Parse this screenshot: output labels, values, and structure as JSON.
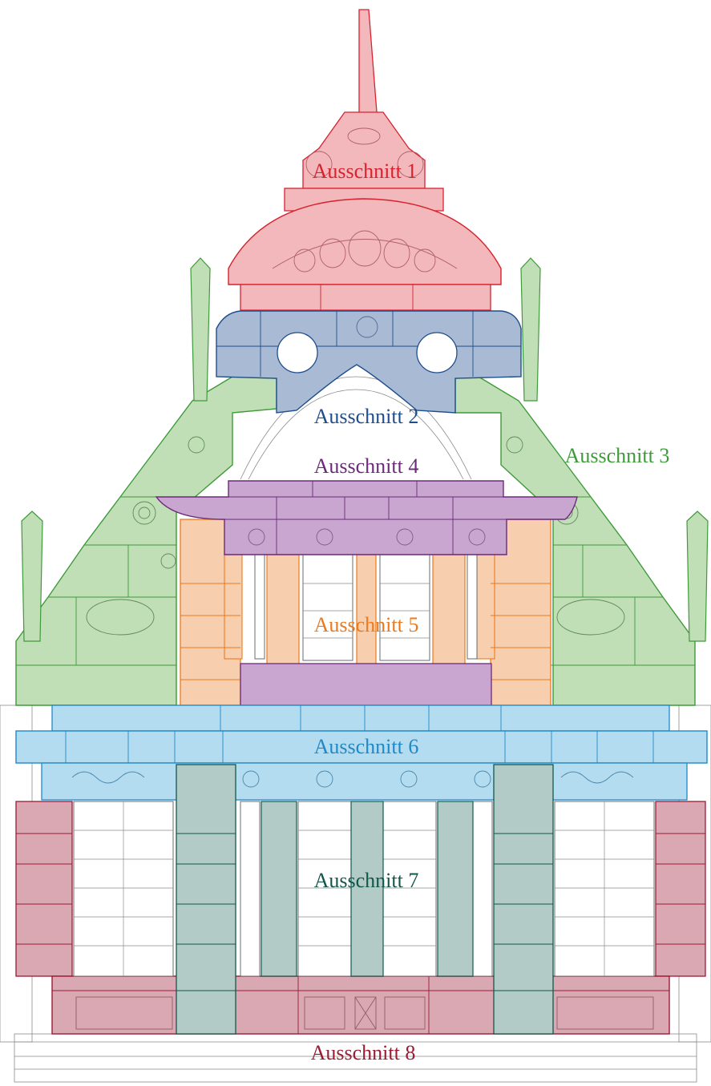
{
  "figure": {
    "sections": [
      {
        "id": "s1",
        "label": "Ausschnitt 1",
        "color": "#d8222e",
        "fill": "#f2b8bc"
      },
      {
        "id": "s2",
        "label": "Ausschnitt 2",
        "color": "#1f4e8c",
        "fill": "#a9bad4"
      },
      {
        "id": "s3",
        "label": "Ausschnitt 3",
        "color": "#3f9a3a",
        "fill": "#c1dfb6"
      },
      {
        "id": "s4",
        "label": "Ausschnitt 4",
        "color": "#6c2a7a",
        "fill": "#c8a6cf"
      },
      {
        "id": "s5",
        "label": "Ausschnitt 5",
        "color": "#ec7a1c",
        "fill": "#f8cfae"
      },
      {
        "id": "s6",
        "label": "Ausschnitt 6",
        "color": "#1f89c8",
        "fill": "#b4dcf1"
      },
      {
        "id": "s7",
        "label": "Ausschnitt 7",
        "color": "#12574a",
        "fill": "#b3cbc6"
      },
      {
        "id": "s8",
        "label": "Ausschnitt 8",
        "color": "#9b1b34",
        "fill": "#d9a8b2"
      }
    ]
  }
}
